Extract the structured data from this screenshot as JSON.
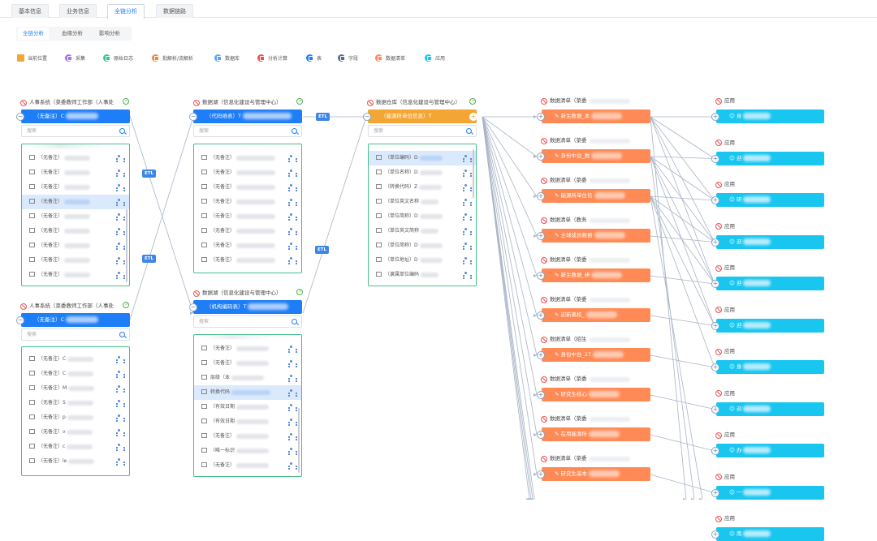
{
  "top_tabs": [
    "基本信息",
    "业务信息",
    "全链分析",
    "数据链路"
  ],
  "active_top_tab": "全链分析",
  "sub_tabs": [
    "全链分析",
    "血缘分析",
    "影响分析"
  ],
  "active_sub_tab": "全链分析",
  "legend": [
    {
      "label": "当前位置",
      "color": "#f3a633",
      "icon": "square-icon"
    },
    {
      "label": "采集",
      "color": "#a86ff0",
      "icon": "collect-icon"
    },
    {
      "label": "原始日志",
      "color": "#3cc28a",
      "icon": "log-icon"
    },
    {
      "label": "批解析/流解析",
      "color": "#f08a3c",
      "icon": "parse-icon"
    },
    {
      "label": "数据库",
      "color": "#5aa8f5",
      "icon": "database-icon"
    },
    {
      "label": "分析计算",
      "color": "#f05050",
      "icon": "compute-icon"
    },
    {
      "label": "表",
      "color": "#1e7ef8",
      "icon": "table-icon"
    },
    {
      "label": "字段",
      "color": "#5a6e8c",
      "icon": "field-icon"
    },
    {
      "label": "数据清单",
      "color": "#ff8a55",
      "icon": "data-list-icon"
    },
    {
      "label": "应用",
      "color": "#18c6f0",
      "icon": "app-icon"
    }
  ],
  "search_placeholder": "搜索",
  "etl_label": "ETL",
  "source_nodes": [
    {
      "title": "人事系统（菜委教师工作部（人事处",
      "bar_label": "（无备注）C",
      "rows": [
        "（无备注）",
        "（无备注）",
        "（无备注）",
        "（无备注）",
        "（无备注）",
        "（无备注）",
        "（无备注）",
        "（无备注）",
        "（无备注）"
      ]
    },
    {
      "title": "人事系统（菜委教师工作部（人事处",
      "bar_label": "（无备注）C",
      "rows": [
        "（无备注）C",
        "（无备注）C",
        "（无备注）M",
        "（无备注）S",
        "（无备注）p",
        "（无备注）v",
        "（无备注）c",
        "（无备注）le"
      ]
    }
  ],
  "lake_nodes": [
    {
      "title": "数据湖（信息化建设与管理中心）",
      "bar_label": "（代码维表）T",
      "rows": [
        "（无备注）",
        "（无备注）",
        "（无备注）",
        "（无备注）",
        "（无备注）",
        "（无备注）",
        "（无备注）",
        "（无备注）"
      ]
    },
    {
      "title": "数据湖（信息化建设与管理中心）",
      "bar_label": "（机构编码表）T",
      "rows": [
        "（无备注）",
        "（无备注）",
        "层级（本",
        "转换代码",
        "（有效日期",
        "（有效日期",
        "（无备注）",
        "（唯一标识",
        "（无备注）"
      ]
    }
  ],
  "warehouse_node": {
    "title": "数据仓库（信息化建设与管理中心）",
    "bar_label": "（能源所单位信息）T",
    "rows": [
      "（单位编码）D",
      "（单位名称）D",
      "（转换代码）Z",
      "（单位英文名称",
      "（单位简称）D",
      "（单位英文简称",
      "（单位简称）D",
      "（单位地址）D",
      "（隶属单位编码"
    ]
  },
  "data_lists": [
    {
      "title": "数据清单（菜委",
      "bar_label": "新生数据_本"
    },
    {
      "title": "数据清单（菜委",
      "bar_label": "身份中台_数"
    },
    {
      "title": "数据清单（菜委",
      "bar_label": "能源所单位信"
    },
    {
      "title": "数据清单（教务",
      "bar_label": "全球成员数据"
    },
    {
      "title": "数据清单（菜委",
      "bar_label": "新生数据_研"
    },
    {
      "title": "数据清单（菜委",
      "bar_label": "迎新离校_"
    },
    {
      "title": "数据清单（招生",
      "bar_label": "身份中台_27"
    },
    {
      "title": "数据清单（菜委",
      "bar_label": "研究生核心"
    },
    {
      "title": "数据清单（菜委",
      "bar_label": "在用能源所"
    },
    {
      "title": "数据清单（菜委",
      "bar_label": "研究生基本"
    }
  ],
  "apps": [
    {
      "title": "应用",
      "bar_label": "身"
    },
    {
      "title": "应用",
      "bar_label": "迎"
    },
    {
      "title": "应用",
      "bar_label": "研"
    },
    {
      "title": "应用",
      "bar_label": "迎"
    },
    {
      "title": "应用",
      "bar_label": "迎"
    },
    {
      "title": "应用",
      "bar_label": "迎"
    },
    {
      "title": "应用",
      "bar_label": "身"
    },
    {
      "title": "应用",
      "bar_label": "迎"
    },
    {
      "title": "应用",
      "bar_label": "办"
    },
    {
      "title": "应用",
      "bar_label": "一"
    },
    {
      "title": "应用",
      "bar_label": "南"
    }
  ]
}
